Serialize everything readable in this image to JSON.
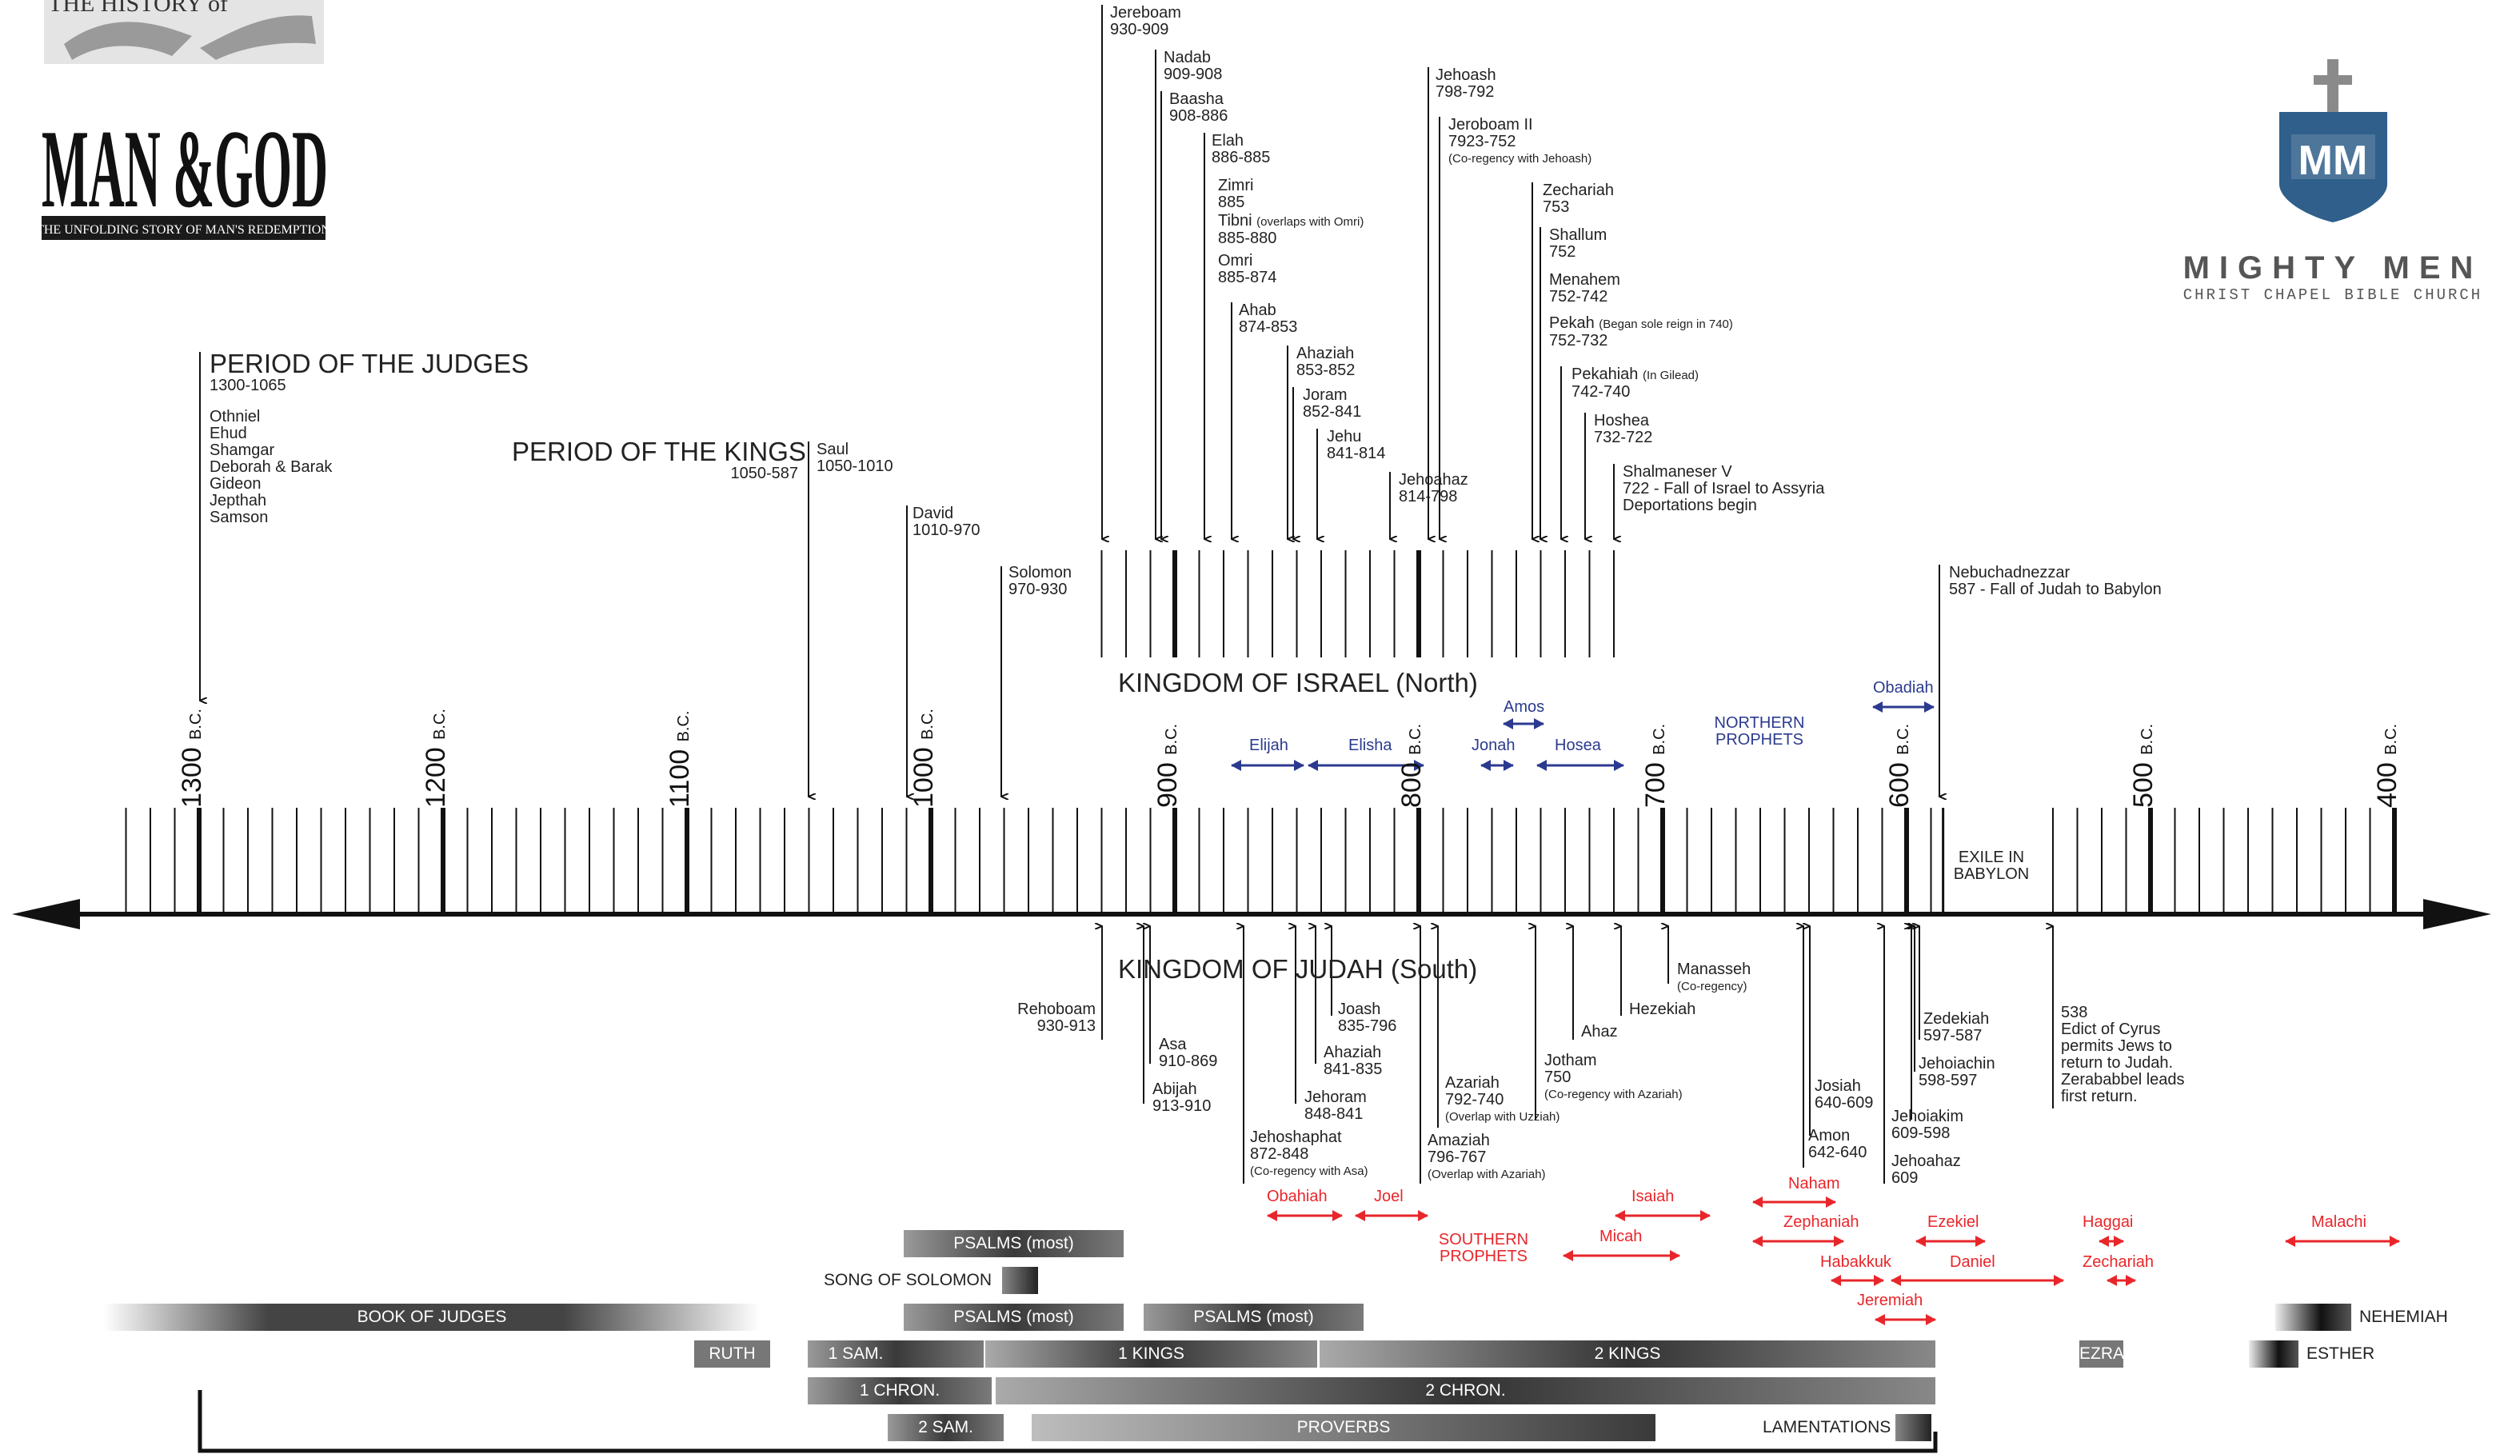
{
  "brand": {
    "logo_title_top": "THE HISTORY of",
    "logo_title": "MAN & GOD",
    "logo_tagline": "THE UNFOLDING STORY OF MAN'S REDEMPTION",
    "church_initials": "MM",
    "church_name": "MIGHTY MEN",
    "church_subtitle": "CHRIST CHAPEL BIBLE CHURCH"
  },
  "colors": {
    "israel_prophets": "#2b3a8f",
    "judah_prophets": "#e8262a",
    "book_bars": "#555555",
    "axis": "#111111"
  },
  "timeline": {
    "centuries": [
      {
        "year": "1300",
        "bc": "B.C."
      },
      {
        "year": "1200",
        "bc": "B.C."
      },
      {
        "year": "1100",
        "bc": "B.C."
      },
      {
        "year": "1000",
        "bc": "B.C."
      },
      {
        "year": "900",
        "bc": "B.C."
      },
      {
        "year": "800",
        "bc": "B.C."
      },
      {
        "year": "700",
        "bc": "B.C."
      },
      {
        "year": "600",
        "bc": "B.C."
      },
      {
        "year": "500",
        "bc": "B.C."
      },
      {
        "year": "400",
        "bc": "B.C."
      }
    ],
    "exile_label": [
      "EXILE IN",
      "BABYLON"
    ]
  },
  "periods": {
    "judges": {
      "title": "PERIOD OF THE JUDGES",
      "dates": "1300-1065",
      "judges": [
        "Othniel",
        "Ehud",
        "Shamgar",
        "Deborah & Barak",
        "Gideon",
        "Jepthah",
        "Samson"
      ]
    },
    "kings": {
      "title": "PERIOD OF THE KINGS",
      "dates": "1050-587"
    }
  },
  "united_kings": [
    {
      "name": "Saul",
      "dates": "1050-1010"
    },
    {
      "name": "David",
      "dates": "1010-970"
    },
    {
      "name": "Solomon",
      "dates": "970-930"
    }
  ],
  "israel": {
    "label": "KINGDOM OF ISRAEL (North)",
    "kings": [
      {
        "name": "Jereboam",
        "dates": "930-909",
        "note": ""
      },
      {
        "name": "Nadab",
        "dates": "909-908",
        "note": ""
      },
      {
        "name": "Baasha",
        "dates": "908-886",
        "note": ""
      },
      {
        "name": "Elah",
        "dates": "886-885",
        "note": ""
      },
      {
        "name": "Zimri",
        "dates": "885",
        "note": ""
      },
      {
        "name": "Tibni",
        "dates": "885-880",
        "note": "(overlaps with Omri)"
      },
      {
        "name": "Omri",
        "dates": "885-874",
        "note": ""
      },
      {
        "name": "Ahab",
        "dates": "874-853",
        "note": ""
      },
      {
        "name": "Ahaziah",
        "dates": "853-852",
        "note": ""
      },
      {
        "name": "Joram",
        "dates": "852-841",
        "note": ""
      },
      {
        "name": "Jehu",
        "dates": "841-814",
        "note": ""
      },
      {
        "name": "Jehoahaz",
        "dates": "814-798",
        "note": ""
      },
      {
        "name": "Jehoash",
        "dates": "798-792",
        "note": ""
      },
      {
        "name": "Jeroboam II",
        "dates": "7923-752",
        "note": "(Co-regency with Jehoash)"
      },
      {
        "name": "Zechariah",
        "dates": "753",
        "note": ""
      },
      {
        "name": "Shallum",
        "dates": "752",
        "note": ""
      },
      {
        "name": "Menahem",
        "dates": "752-742",
        "note": ""
      },
      {
        "name": "Pekah",
        "dates": "752-732",
        "note": "(Began sole reign in 740)"
      },
      {
        "name": "Pekahiah",
        "dates": "742-740",
        "note": "(In Gilead)"
      },
      {
        "name": "Hoshea",
        "dates": "732-722",
        "note": ""
      },
      {
        "name": "Shalmaneser V",
        "dates": "722 - Fall of Israel to Assyria",
        "note": "Deportations begin"
      }
    ],
    "nebuchadnezzar": {
      "name": "Nebuchadnezzar",
      "dates": "587 - Fall of Judah to Babylon"
    },
    "prophets_title": [
      "NORTHERN",
      "PROPHETS"
    ],
    "prophets": [
      "Elijah",
      "Elisha",
      "Amos",
      "Jonah",
      "Hosea",
      "Obadiah"
    ]
  },
  "judah": {
    "label": "KINGDOM OF JUDAH (South)",
    "kings": [
      {
        "name": "Rehoboam",
        "dates": "930-913",
        "note": ""
      },
      {
        "name": "Abijah",
        "dates": "913-910",
        "note": ""
      },
      {
        "name": "Asa",
        "dates": "910-869",
        "note": ""
      },
      {
        "name": "Jehoshaphat",
        "dates": "872-848",
        "note": "(Co-regency with Asa)"
      },
      {
        "name": "Jehoram",
        "dates": "848-841",
        "note": ""
      },
      {
        "name": "Ahaziah",
        "dates": "841-835",
        "note": ""
      },
      {
        "name": "Joash",
        "dates": "835-796",
        "note": ""
      },
      {
        "name": "Amaziah",
        "dates": "796-767",
        "note": "(Overlap with Azariah)"
      },
      {
        "name": "Azariah",
        "dates": "792-740",
        "note": "(Overlap with Uzziah)"
      },
      {
        "name": "Jotham",
        "dates": "750",
        "note": "(Co-regency with Azariah)"
      },
      {
        "name": "Ahaz",
        "dates": "",
        "note": ""
      },
      {
        "name": "Hezekiah",
        "dates": "",
        "note": ""
      },
      {
        "name": "Manasseh",
        "dates": "",
        "note": "(Co-regency)"
      },
      {
        "name": "Amon",
        "dates": "642-640",
        "note": ""
      },
      {
        "name": "Josiah",
        "dates": "640-609",
        "note": ""
      },
      {
        "name": "Jehoahaz",
        "dates": "609",
        "note": ""
      },
      {
        "name": "Jehoiakim",
        "dates": "609-598",
        "note": ""
      },
      {
        "name": "Jehoiachin",
        "dates": "598-597",
        "note": ""
      },
      {
        "name": "Zedekiah",
        "dates": "597-587",
        "note": ""
      }
    ],
    "cyrus": {
      "year": "538",
      "lines": [
        "Edict of Cyrus",
        "permits Jews to",
        "return to Judah.",
        "Zerababbel leads",
        "first return."
      ]
    },
    "prophets_title": [
      "SOUTHERN",
      "PROPHETS"
    ],
    "prophets": [
      "Obahiah",
      "Joel",
      "Isaiah",
      "Micah",
      "Naham",
      "Zephaniah",
      "Habakkuk",
      "Jeremiah",
      "Ezekiel",
      "Daniel",
      "Haggai",
      "Zechariah",
      "Malachi"
    ]
  },
  "books": {
    "psalms_top": "PSALMS (most)",
    "song": "SONG OF SOLOMON",
    "judges": "BOOK OF JUDGES",
    "psalms_mid": "PSALMS (most)",
    "psalms_right": "PSALMS (most)",
    "nehemiah": "NEHEMIAH",
    "ruth": "RUTH",
    "sam1": "1 SAM.",
    "kings1": "1 KINGS",
    "kings2": "2 KINGS",
    "ezra": "EZRA",
    "esther": "ESTHER",
    "chron1": "1 CHRON.",
    "chron2": "2 CHRON.",
    "sam2": "2 SAM.",
    "proverbs": "PROVERBS",
    "lamentations": "LAMENTATIONS"
  }
}
